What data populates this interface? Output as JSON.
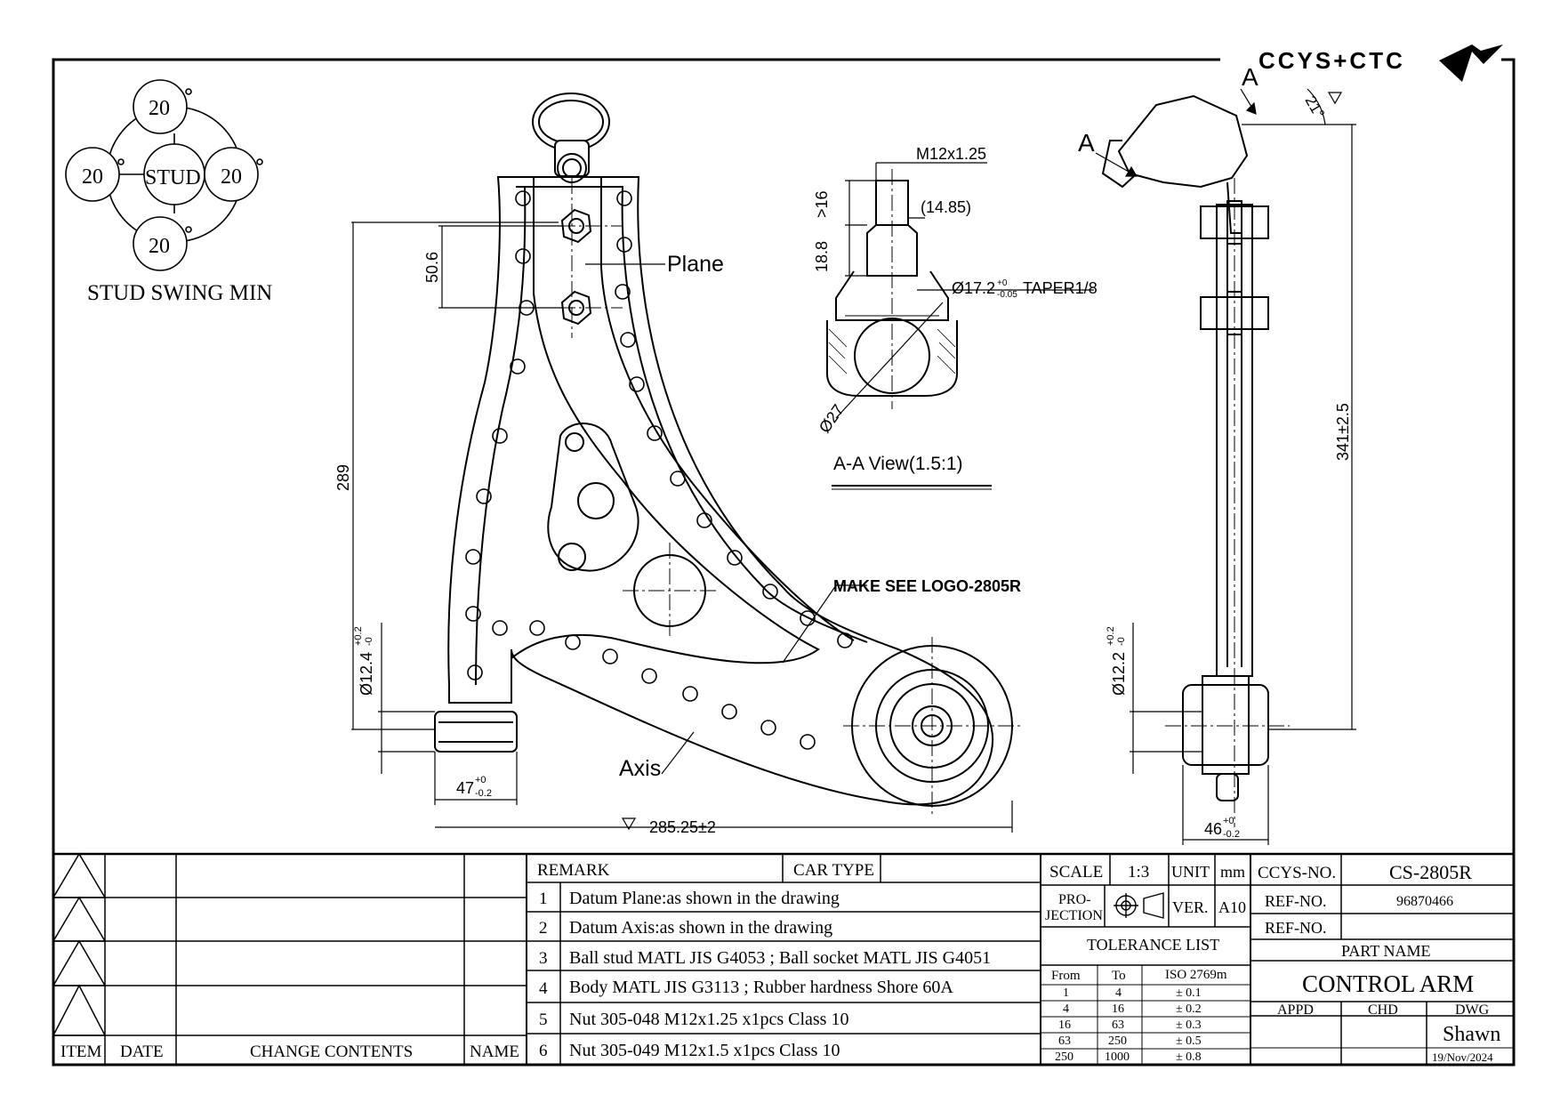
{
  "brand": {
    "logo_text": "CCYS+CTC"
  },
  "stud_swing": {
    "title": "STUD SWING MIN",
    "center_label": "STUD",
    "angles": [
      "20",
      "20",
      "20",
      "20"
    ],
    "degree_mark": "°"
  },
  "main_view": {
    "plane_label": "Plane",
    "axis_label": "Axis",
    "logo_note": "MAKE SEE LOGO-2805R",
    "dims": {
      "d50_6": "50.6",
      "d289": "289",
      "d12_4": "Ø12.4",
      "d12_4_tol_up": "+0.2",
      "d12_4_tol_dn": "-0",
      "d47": "47",
      "d47_tol_up": "+0",
      "d47_tol_dn": "-0.2",
      "d285": "285.25±2"
    }
  },
  "section_view": {
    "title": "A-A View(1.5:1)",
    "thread": "M12x1.25",
    "d16": ">16",
    "d14_85": "(14.85)",
    "d18_8": "18.8",
    "taper": "Ø17.2",
    "taper_tol_up": "+0",
    "taper_tol_dn": "-0.05",
    "taper_suffix": "TAPER1/8",
    "ball": "Ø27"
  },
  "side_view": {
    "section_marker": "A",
    "angle": "21°",
    "d341": "341±2.5",
    "d12_2": "Ø12.2",
    "d12_2_tol_up": "+0.2",
    "d12_2_tol_dn": "-0",
    "d46": "46",
    "d46_tol_up": "+0",
    "d46_tol_dn": "-0.2"
  },
  "revision_table": {
    "headers": {
      "item": "ITEM",
      "date": "DATE",
      "contents": "CHANGE CONTENTS",
      "name": "NAME"
    }
  },
  "remarks": {
    "header": "REMARK",
    "car_type_label": "CAR TYPE",
    "car_type_value": "",
    "rows": [
      {
        "no": "1",
        "text": "Datum Plane:as shown in the drawing"
      },
      {
        "no": "2",
        "text": "Datum Axis:as shown in the drawing"
      },
      {
        "no": "3",
        "text": "Ball stud MATL JIS G4053 ; Ball socket MATL JIS G4051"
      },
      {
        "no": "4",
        "text": "Body MATL JIS G3113 ; Rubber hardness Shore 60A"
      },
      {
        "no": "5",
        "text": "Nut 305-048 M12x1.25 x1pcs Class 10"
      },
      {
        "no": "6",
        "text": "Nut 305-049 M12x1.5 x1pcs Class 10"
      }
    ]
  },
  "title_block": {
    "scale_label": "SCALE",
    "scale_value": "1:3",
    "unit_label": "UNIT",
    "unit_value": "mm",
    "projection_label_1": "PRO-",
    "projection_label_2": "JECTION",
    "ver_label": "VER.",
    "ver_value": "A10",
    "tolerance_title": "TOLERANCE LIST",
    "tolerance_headers": [
      "From",
      "To",
      "ISO 2769m"
    ],
    "tolerance_rows": [
      [
        "1",
        "4",
        "± 0.1"
      ],
      [
        "4",
        "16",
        "± 0.2"
      ],
      [
        "16",
        "63",
        "± 0.3"
      ],
      [
        "63",
        "250",
        "± 0.5"
      ],
      [
        "250",
        "1000",
        "± 0.8"
      ]
    ],
    "ccys_no_label": "CCYS-NO.",
    "ccys_no_value": "CS-2805R",
    "ref_no_label": "REF-NO.",
    "ref_no_value": "96870466",
    "ref_no2_label": "REF-NO.",
    "ref_no2_value": "",
    "part_name_label": "PART NAME",
    "part_name_value": "CONTROL ARM",
    "appd_label": "APPD",
    "chd_label": "CHD",
    "dwg_label": "DWG",
    "drawn_by": "Shawn",
    "date": "19/Nov/2024"
  }
}
